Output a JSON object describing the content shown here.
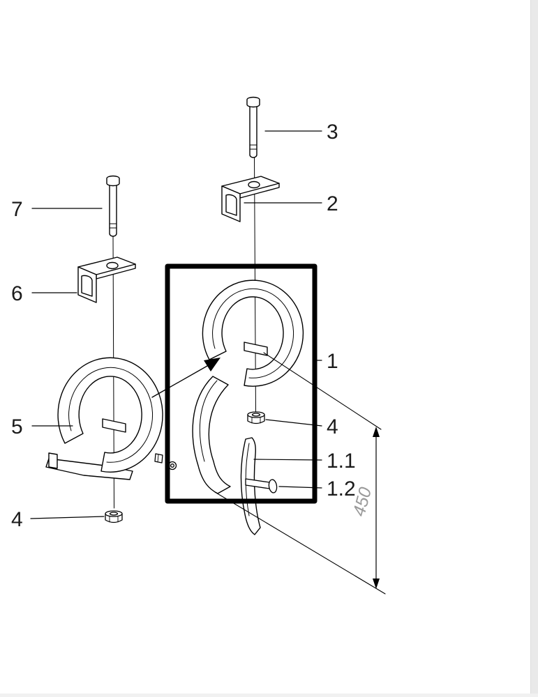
{
  "diagram": {
    "colors": {
      "background": "#ffffff",
      "ink": "#000000",
      "dimension_text": "#9a9a9a"
    },
    "callouts": {
      "c1": "1",
      "c1_1": "1.1",
      "c1_2": "1.2",
      "c2": "2",
      "c3": "3",
      "c4_left": "4",
      "c4_right": "4",
      "c5": "5",
      "c6": "6",
      "c7": "7"
    },
    "dimension": {
      "value": "450"
    }
  }
}
